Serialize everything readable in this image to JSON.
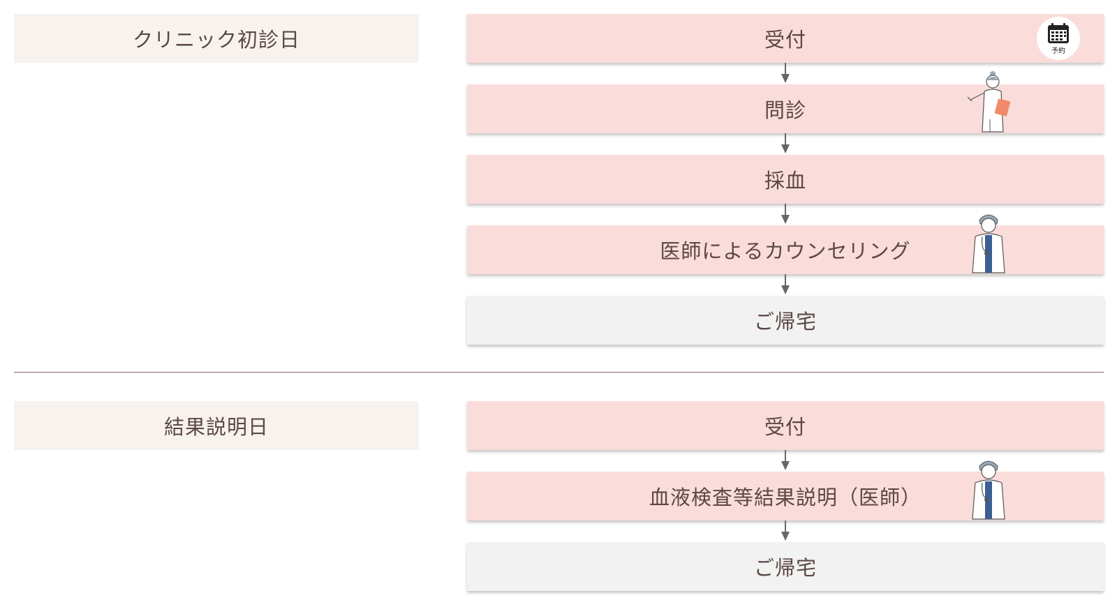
{
  "colors": {
    "step_pink": "#fadcda",
    "step_gray": "#f2f2f2",
    "section_bg": "#f7f2ee",
    "text": "#5b4843",
    "divider": "#8a6a63",
    "arrow": "#666666"
  },
  "sections": [
    {
      "label": "クリニック初診日",
      "steps": [
        {
          "label": "受付",
          "style": "pink",
          "icon": "calendar-reservation-icon",
          "icon_text": "予約"
        },
        {
          "label": "問診",
          "style": "pink",
          "icon": "nurse-illustration"
        },
        {
          "label": "採血",
          "style": "pink",
          "icon": ""
        },
        {
          "label": "医師によるカウンセリング",
          "style": "pink",
          "icon": "doctor-illustration"
        },
        {
          "label": "ご帰宅",
          "style": "gray",
          "icon": ""
        }
      ]
    },
    {
      "label": "結果説明日",
      "steps": [
        {
          "label": "受付",
          "style": "pink",
          "icon": ""
        },
        {
          "label": "血液検査等結果説明（医師）",
          "style": "pink",
          "icon": "doctor-illustration"
        },
        {
          "label": "ご帰宅",
          "style": "gray",
          "icon": ""
        }
      ]
    }
  ]
}
